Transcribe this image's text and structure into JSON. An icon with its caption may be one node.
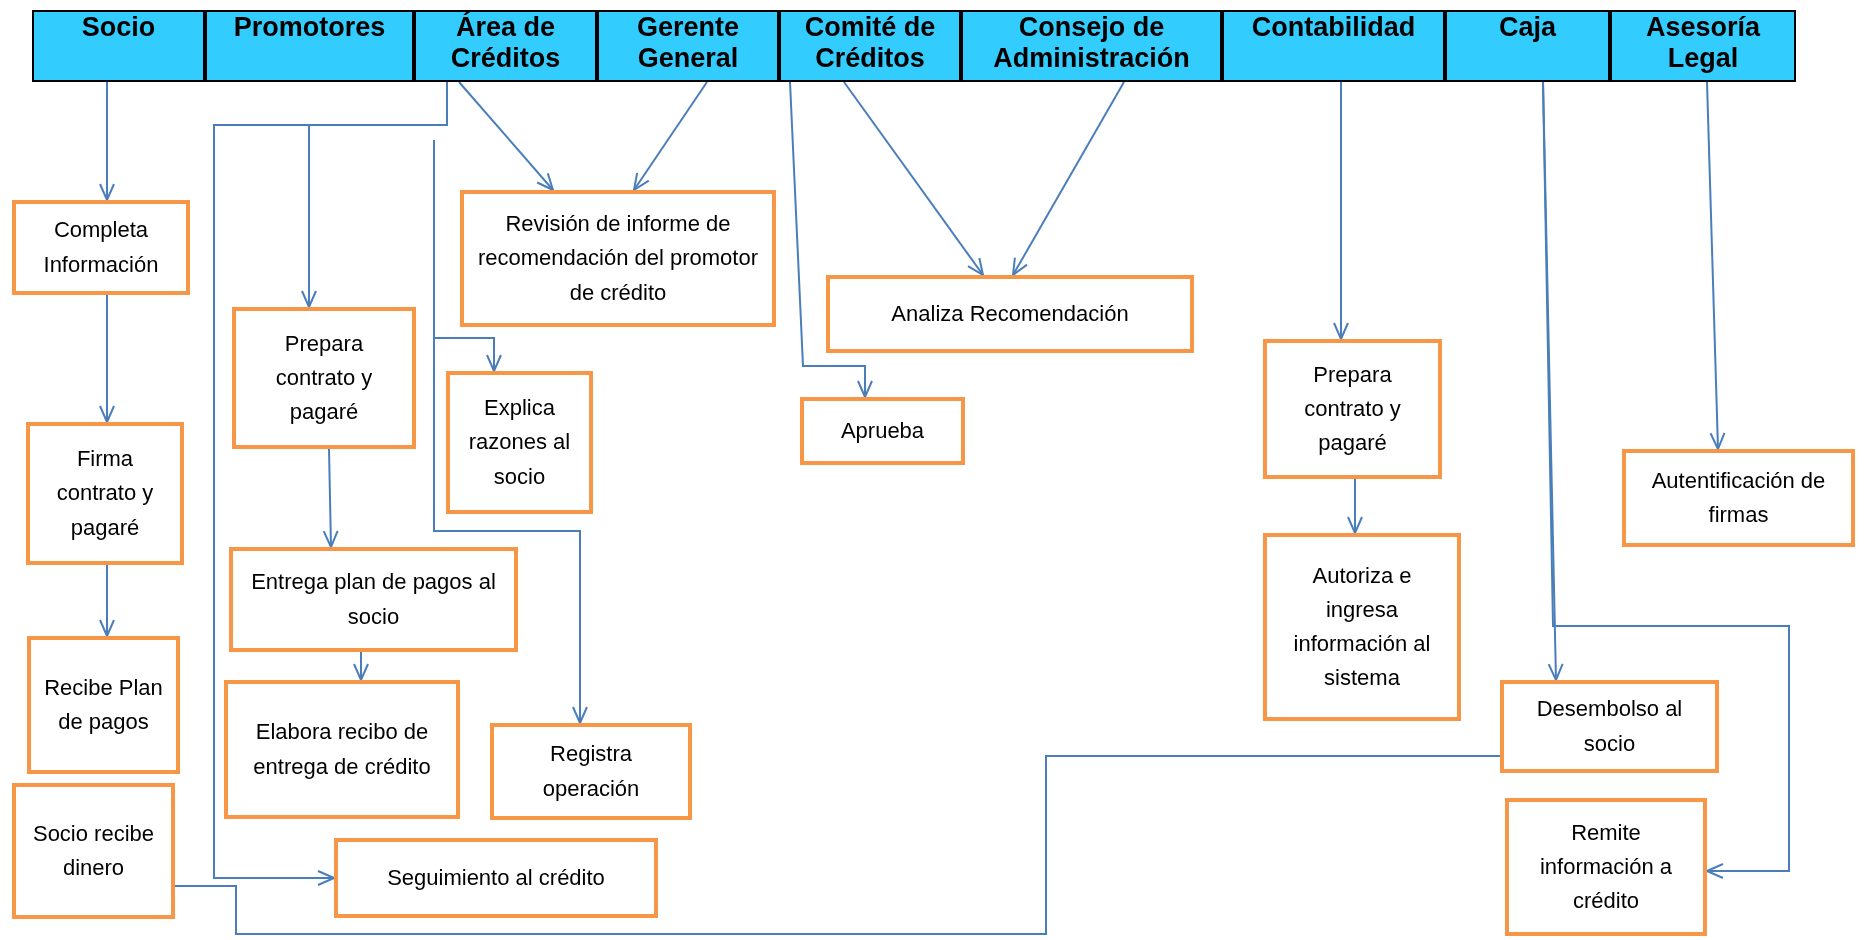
{
  "diagram": {
    "nodes": [
      {
        "text": [
          "Socio"
        ]
      },
      {
        "text": [
          "Promotores"
        ]
      },
      {
        "text": [
          "Área de Créditos"
        ]
      },
      {
        "text": [
          "Gerente General"
        ]
      },
      {
        "text": [
          "Comité de Créditos"
        ]
      },
      {
        "text": [
          "Consejo de Administración"
        ]
      },
      {
        "text": [
          "Contabilidad"
        ]
      },
      {
        "text": [
          "Caja"
        ]
      },
      {
        "text": [
          "Asesoría Legal"
        ]
      },
      {
        "text": [
          "Completa Información"
        ]
      },
      {
        "text": [
          "Revisión de informe de recomendación del promotor de crédito"
        ]
      },
      {
        "text": [
          "Analiza Recomendación"
        ]
      },
      {
        "text": [
          "Prepara contrato y pagaré"
        ]
      },
      {
        "text": [
          "Prepara contrato y pagaré"
        ]
      },
      {
        "text": [
          "Explica razones al socio"
        ]
      },
      {
        "text": [
          "Aprueba"
        ]
      },
      {
        "text": [
          "Firma contrato y pagaré"
        ]
      },
      {
        "text": [
          "Autentificación de firmas"
        ]
      },
      {
        "text": [
          "Entrega plan de pagos al socio"
        ]
      },
      {
        "text": [
          "Autoriza e ingresa información al sistema"
        ]
      },
      {
        "text": [
          "Recibe Plan de pagos"
        ]
      },
      {
        "text": [
          "Desembolso al socio"
        ]
      },
      {
        "text": [
          "Elabora recibo de entrega de crédito"
        ]
      },
      {
        "text": [
          "Registra operación"
        ]
      },
      {
        "text": [
          "Socio recibe dinero"
        ]
      },
      {
        "text": [
          "Remite información a crédito"
        ]
      },
      {
        "text": [
          "Seguimiento al crédito"
        ]
      }
    ],
    "edges": [
      {
        "from": 0,
        "to": 9,
        "arrow": "to"
      },
      {
        "from": 9,
        "to": 16,
        "arrow": "to"
      },
      {
        "from": 16,
        "to": 20,
        "arrow": "to"
      },
      {
        "from": 2,
        "to": 12,
        "arrow": "to"
      },
      {
        "from": 2,
        "to": 26,
        "arrow": "to"
      },
      {
        "from": 2,
        "to": 10,
        "arrow": "to"
      },
      {
        "from": 3,
        "to": 10,
        "arrow": "to"
      },
      {
        "from": null,
        "to": 14,
        "arrow": "to"
      },
      {
        "from": null,
        "to": 23,
        "arrow": "to"
      },
      {
        "from": 12,
        "to": 18,
        "arrow": "to"
      },
      {
        "from": 18,
        "to": 22,
        "arrow": "to"
      },
      {
        "from": 4,
        "to": 15,
        "arrow": "to"
      },
      {
        "from": 4,
        "to": 11,
        "arrow": "to"
      },
      {
        "from": 5,
        "to": 11,
        "arrow": "to"
      },
      {
        "from": 6,
        "to": 13,
        "arrow": "to"
      },
      {
        "from": 13,
        "to": 19,
        "arrow": "to"
      },
      {
        "from": 7,
        "to": 21,
        "arrow": "to"
      },
      {
        "from": 7,
        "to": 25,
        "arrow": "to"
      },
      {
        "from": 8,
        "to": 17,
        "arrow": "to"
      },
      {
        "from": 21,
        "to": 24,
        "arrow": "none"
      }
    ]
  }
}
